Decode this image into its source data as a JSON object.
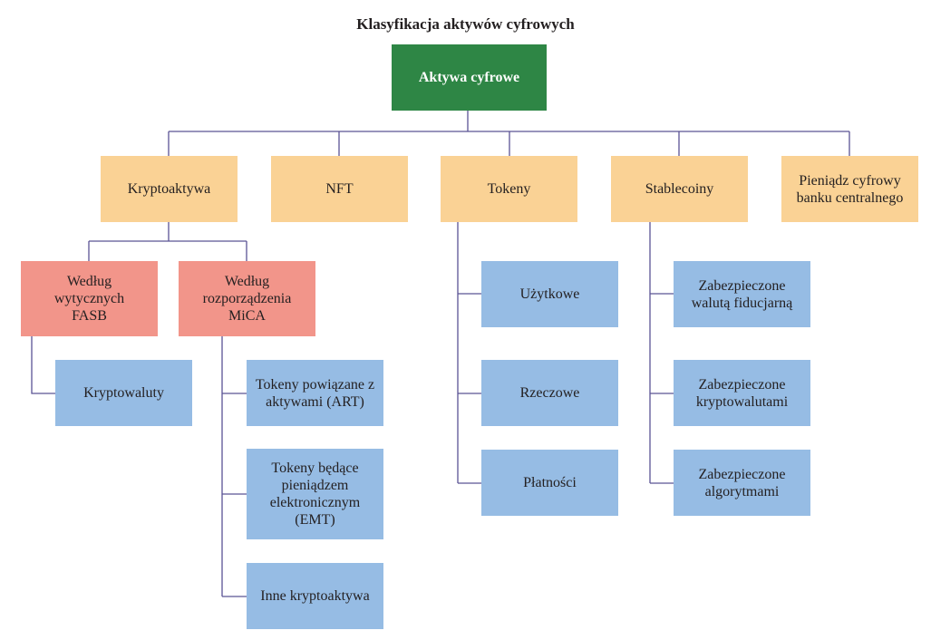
{
  "title": "Klasyfikacja aktywów cyfrowych",
  "root": {
    "label": "Aktywa cyfrowe",
    "color": "#2e8645"
  },
  "categories": [
    {
      "id": "crypto",
      "label": "Kryptoaktywa"
    },
    {
      "id": "nft",
      "label": "NFT"
    },
    {
      "id": "tokens",
      "label": "Tokeny"
    },
    {
      "id": "stable",
      "label": "Stablecoiny"
    },
    {
      "id": "cbdc",
      "label": "Pieniądz cyfrowy banku centralnego"
    }
  ],
  "crypto_groups": [
    {
      "id": "fasb",
      "label": "Według wytycznych FASB",
      "children": [
        "Kryptowaluty"
      ]
    },
    {
      "id": "mica",
      "label": "Według rozporządzenia MiCA",
      "children": [
        "Tokeny powiązane z aktywami (ART)",
        "Tokeny będące pieniądzem elektronicznym (EMT)",
        "Inne kryptoaktywa"
      ]
    }
  ],
  "token_types": [
    "Użytkowe",
    "Rzeczowe",
    "Płatności"
  ],
  "stablecoin_types": [
    "Zabezpieczone walutą fiducjarną",
    "Zabezpieczone kryptowalutami",
    "Zabezpieczone algorytmami"
  ],
  "colors": {
    "root": "#2e8645",
    "category": "#fad295",
    "group": "#f2958a",
    "leaf": "#96bce4",
    "connector": "#5b5394"
  }
}
